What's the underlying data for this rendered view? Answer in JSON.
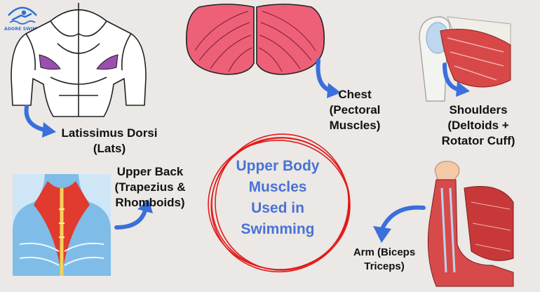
{
  "brand": {
    "name": "ADORE SWIMMING"
  },
  "title": [
    "Upper Body",
    "Muscles",
    "Used in",
    "Swimming"
  ],
  "muscles": {
    "lats": [
      "Latissimus Dorsi",
      "(Lats)"
    ],
    "chest": [
      "Chest",
      "(Pectoral",
      "Muscles)"
    ],
    "shoulders": [
      "Shoulders",
      "(Deltoids +",
      "Rotator Cuff)"
    ],
    "upper_back": [
      "Upper Back",
      "(Trapezius &",
      "Rhomboids)"
    ],
    "arm": [
      "Arm (Biceps",
      "Triceps)"
    ]
  },
  "colors": {
    "background": "#ebe8e5",
    "title": "#4a72d6",
    "arrow": "#3a6fdc",
    "circle": "#e11b1b",
    "pectoral": "#ee6078"
  },
  "icons": [
    "swimmer-logo-icon",
    "arrow-icon"
  ]
}
